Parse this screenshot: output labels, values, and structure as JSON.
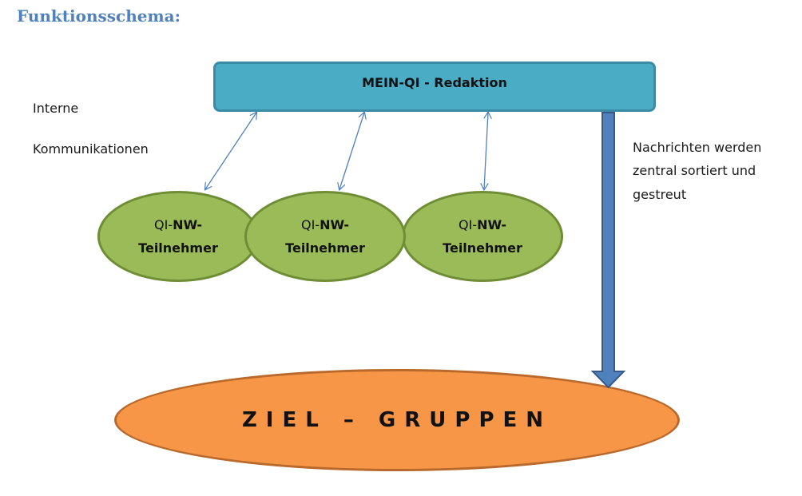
{
  "heading": "Funktionsschema:",
  "top_box": {
    "label": "MEIN-QI - Redaktion"
  },
  "left_note": {
    "line1": "Interne",
    "line2": "Kommunikationen"
  },
  "right_note": {
    "line1": "Nachrichten werden",
    "line2": "zentral sortiert und",
    "line3": "gestreut"
  },
  "participants": [
    {
      "prefix": "QI-",
      "bold": "NW-",
      "line2": "Teilnehmer"
    },
    {
      "prefix": "QI-",
      "bold": "NW-",
      "line2": "Teilnehmer"
    },
    {
      "prefix": "QI-",
      "bold": "NW-",
      "line2": "Teilnehmer"
    }
  ],
  "target": {
    "label": "ZIEL – GRUPPEN"
  },
  "colors": {
    "heading": "#4f81bd",
    "box_fill": "#4bacc6",
    "participant_fill": "#9bbb59",
    "target_fill": "#f79646",
    "arrow": "#4f81bd"
  }
}
